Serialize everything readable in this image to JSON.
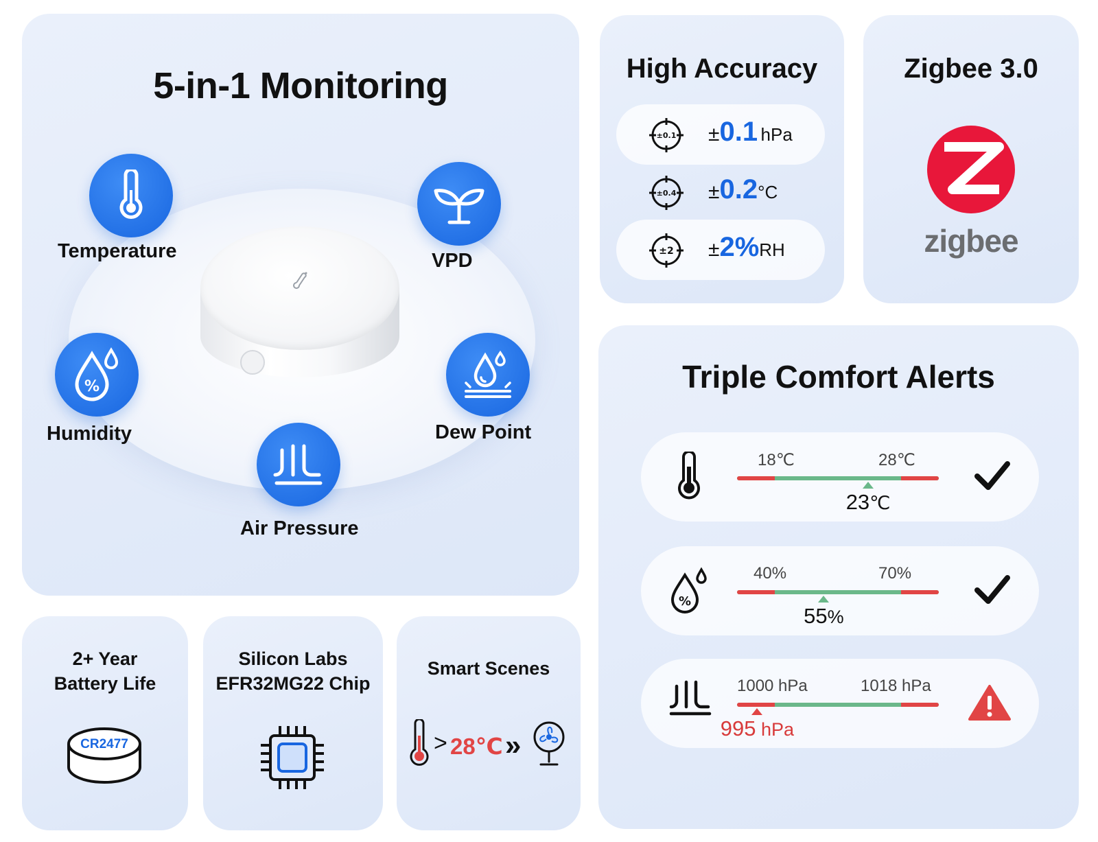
{
  "monitoring": {
    "title": "5-in-1 Monitoring",
    "features": {
      "temperature": "Temperature",
      "vpd": "VPD",
      "humidity": "Humidity",
      "dew_point": "Dew Point",
      "air_pressure": "Air Pressure"
    }
  },
  "accuracy": {
    "title": "High Accuracy",
    "rows": [
      {
        "icon": "target-icon",
        "icon_label": "±0.1",
        "pm": "±",
        "value": "0.1",
        "unit": "hPa"
      },
      {
        "icon": "target-icon",
        "icon_label": "±0.4",
        "pm": "±",
        "value": "0.2",
        "unit": "°C"
      },
      {
        "icon": "target-icon",
        "icon_label": "±2",
        "pm": "±",
        "value": "2%",
        "unit": "RH"
      }
    ]
  },
  "zigbee": {
    "title": "Zigbee 3.0",
    "logo_text": "zigbee",
    "brand_color": "#e8173a"
  },
  "alerts": {
    "title": "Triple Comfort Alerts",
    "rows": [
      {
        "icon": "thermometer-icon",
        "low": "18℃",
        "high": "28℃",
        "current": "23",
        "current_unit": "℃",
        "position": 0.65,
        "status": "check-icon"
      },
      {
        "icon": "humidity-drop-icon",
        "low": "40%",
        "high": "70%",
        "current": "55",
        "current_unit": "%",
        "position": 0.43,
        "status": "check-icon"
      },
      {
        "icon": "air-pressure-icon",
        "low": "1000 hPa",
        "high": "1018 hPa",
        "current": "995",
        "current_unit": " hPa",
        "position": 0.1,
        "status": "warning-icon"
      }
    ],
    "ok_color": "#6bb88a",
    "alert_color": "#e14545"
  },
  "battery": {
    "title_line1": "2+ Year",
    "title_line2": "Battery Life",
    "cell_label": "CR2477"
  },
  "chip": {
    "title_line1": "Silicon Labs",
    "title_line2": "EFR32MG22 Chip"
  },
  "scenes": {
    "title": "Smart Scenes",
    "gt": ">",
    "threshold": "28℃",
    "arrows": "»"
  },
  "colors": {
    "accent_blue": "#1866e0",
    "panel_bg": "#e3ebf9"
  }
}
